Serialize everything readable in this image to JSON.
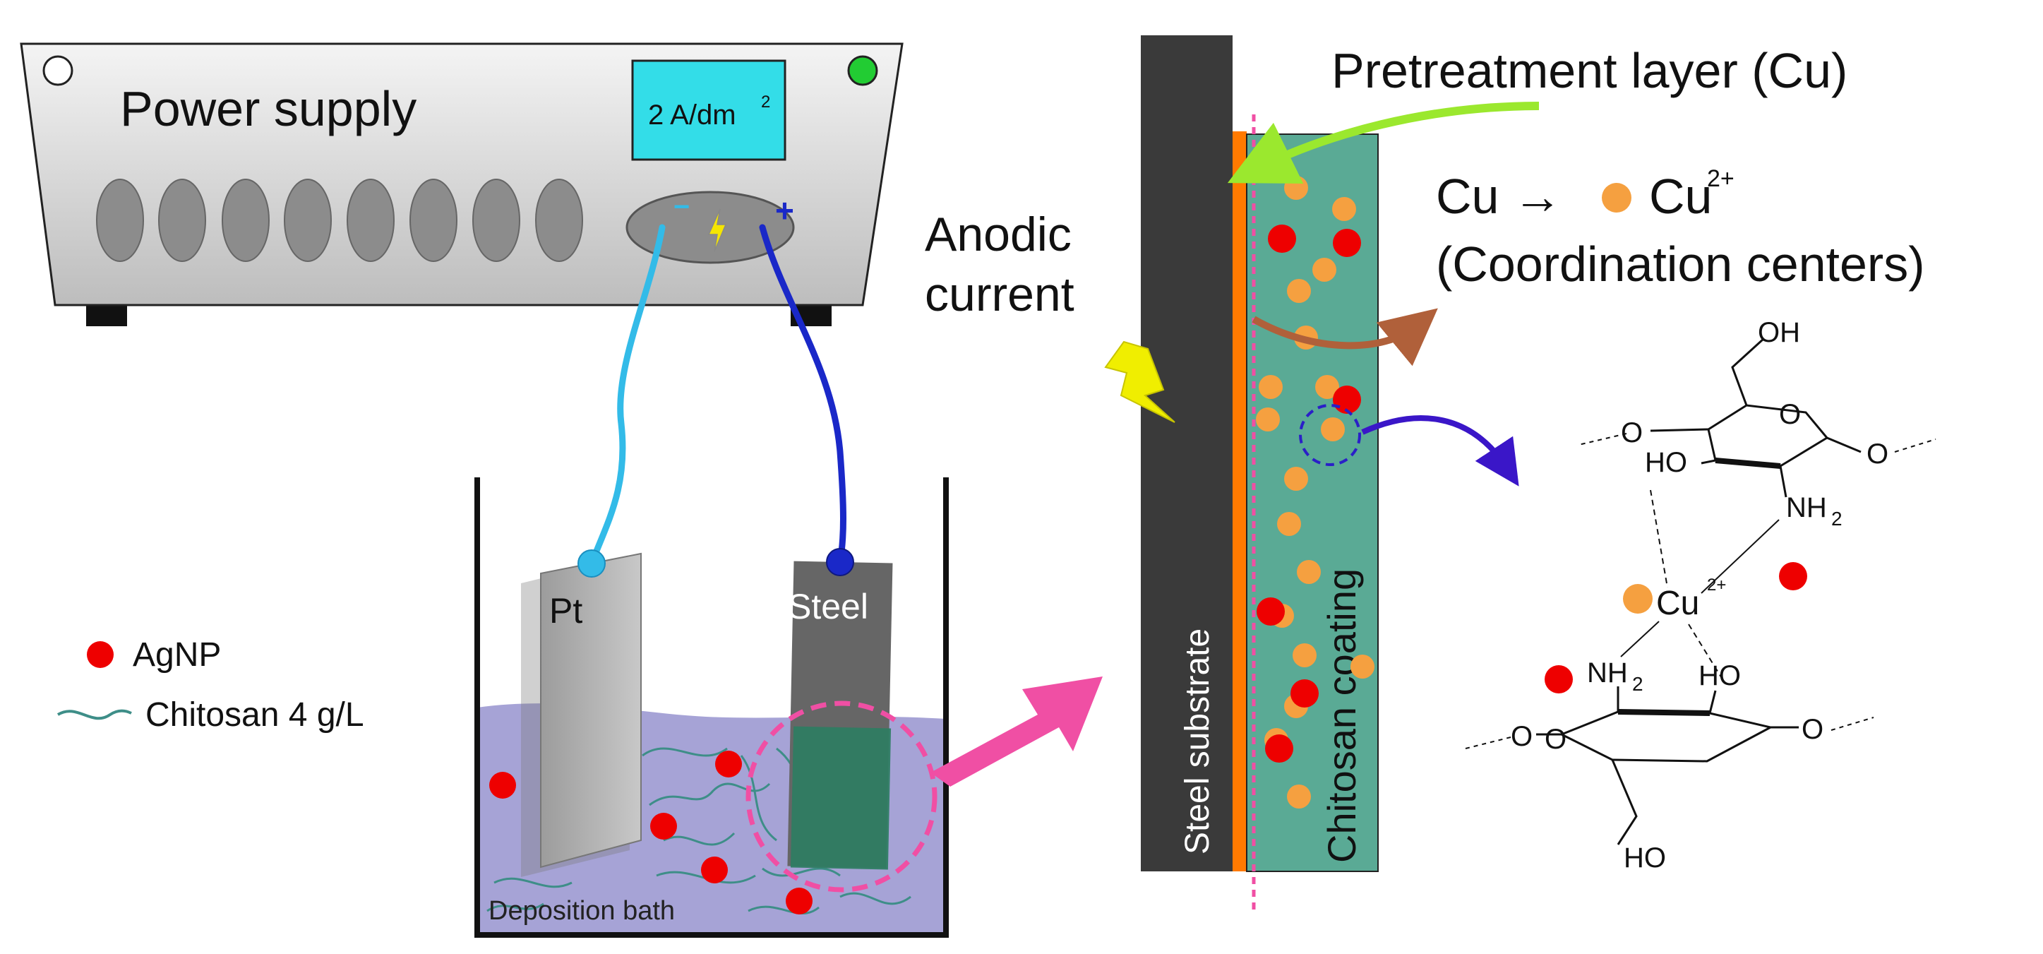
{
  "power_supply": {
    "title": "Power supply",
    "display_value": "2 A/dm",
    "display_exponent": "2",
    "negative_terminal": "−",
    "positive_terminal": "+"
  },
  "electrodes": {
    "pt_label": "Pt",
    "steel_label": "Steel"
  },
  "bath": {
    "label": "Deposition bath"
  },
  "legend": {
    "agnp": "AgNP",
    "chitosan": "Chitosan 4 g/L"
  },
  "cross_section": {
    "anodic_line1": "Anodic",
    "anodic_line2": "current",
    "substrate_label": "Steel substrate",
    "coating_label": "Chitosan coating",
    "pretreatment_label": "Pretreatment layer (Cu)",
    "reaction_cu": "Cu →",
    "reaction_ion": "Cu",
    "reaction_charge": "2+",
    "coordination_label": "(Coordination centers)"
  },
  "structure": {
    "oh_top": "OH",
    "o_left_top": "O",
    "o_ring_top": "O",
    "o_right_top": "O",
    "ho_top": "HO",
    "nh2_top": "NH",
    "nh2_top_sub": "2",
    "cu": "Cu",
    "cu_charge": "2+",
    "nh2_bottom": "NH",
    "nh2_bottom_sub": "2",
    "ho_bottom_right": "HO",
    "o_left_bottom": "O",
    "o_ring_bottom": "O",
    "o_right_bottom": "O",
    "ho_bottom": "HO"
  },
  "colors": {
    "agnp": "#ee0000",
    "cu_ion": "#f5a040",
    "coating": "#5aaa95",
    "bath": "#a6a3d6",
    "display": "#33dde8",
    "pink_arrow": "#f04fa4",
    "green_led": "#22cc33",
    "negative_wire": "#33bbe8",
    "positive_wire": "#1a28c8",
    "pretreatment": "#ff7a00"
  }
}
